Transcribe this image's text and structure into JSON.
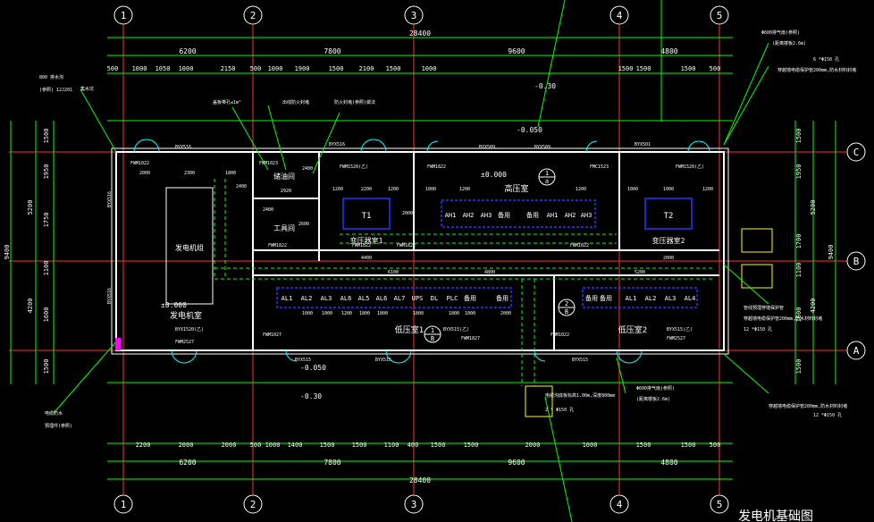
{
  "grid_labels": [
    "1",
    "2",
    "3",
    "4",
    "5",
    "C",
    "B",
    "A"
  ],
  "dims_top_total": "28400",
  "dims_top_main": [
    "6200",
    "7800",
    "9600",
    "4800"
  ],
  "dims_top_sub": [
    "500",
    "1000",
    "1050",
    "1000",
    "2150",
    "500",
    "1000",
    "1900",
    "1500",
    "2100",
    "1500",
    "1000",
    "1500",
    "1500",
    "1500",
    "500"
  ],
  "dims_bottom_total": "28400",
  "dims_bottom_main": [
    "6200",
    "7800",
    "9600",
    "4800"
  ],
  "dims_bottom_sub": [
    "2200",
    "2000",
    "2000",
    "500",
    "1000",
    "1400",
    "1500",
    "1500",
    "1100",
    "400",
    "1500",
    "1500",
    "2000",
    "1000",
    "1500",
    "1500",
    "500"
  ],
  "dims_left": [
    "1500",
    "1950",
    "1750",
    "1100",
    "1600",
    "1500"
  ],
  "dims_left_total": "9400",
  "dims_left_mid": [
    "5200",
    "4200"
  ],
  "dims_right": [
    "1500",
    "1950",
    "1700",
    "1100",
    "1600",
    "1500"
  ],
  "dims_right_total": "9400",
  "dims_right_mid": [
    "5200",
    "4200"
  ],
  "rooms": {
    "generator_room": "发电机室",
    "generator_set": "发电机组",
    "oil_room": "储油间",
    "tool_room": "工具间",
    "hv_room": "高压室",
    "transformer1": "变压器室1",
    "transformer2": "变压器室2",
    "lv_room1": "低压室1",
    "lv_room2": "低压室2",
    "t1": "T1",
    "t2": "T2"
  },
  "hv_panels": [
    "AH1",
    "AH2",
    "AH3",
    "备用",
    "备用",
    "AH1",
    "AH2",
    "AH3"
  ],
  "lv_panels_left": [
    "AL1",
    "AL2",
    "AL3",
    "AL6",
    "AL5",
    "AL6",
    "AL7",
    "UPS",
    "DL",
    "PLC",
    "备用",
    "备用"
  ],
  "lv_panels_right": [
    "备用",
    "备用",
    "AL1",
    "AL2",
    "AL3",
    "AL4"
  ],
  "elevations": [
    "-0.30",
    "-0.050",
    "±0.000",
    "±0.000",
    "-0.050",
    "-0.30"
  ],
  "door_tags": [
    "BYX516",
    "BYX516",
    "BYX509",
    "BYX509",
    "BYX501",
    "FWM1022",
    "FWM1023",
    "FWM1520(乙)",
    "FWM1822",
    "FMC1523",
    "FWM1520(乙)",
    "BYX516",
    "BYX516",
    "FWM1822",
    "FWM1822",
    "FWM1822",
    "BYX515",
    "BYX515",
    "BYX515",
    "BYX515(乙)",
    "FWM1827",
    "FWM2527",
    "BYX515(乙)",
    "FWM2527",
    "BYX1520(乙)",
    "FWM1027",
    "FWM1022",
    "FWM1822"
  ],
  "section_marks": [
    "1",
    "a",
    "1",
    "B",
    "2",
    "B"
  ],
  "room_dims": [
    "2000",
    "2300",
    "1800",
    "2400",
    "2400",
    "2920",
    "2600",
    "2400",
    "1200",
    "2200",
    "1200",
    "2000",
    "1000",
    "1200",
    "1200",
    "1000",
    "1000",
    "1200",
    "1000",
    "1000",
    "1200",
    "6100",
    "4800",
    "1800",
    "1800",
    "1800",
    "1800",
    "1000",
    "2000",
    "5200",
    "4400",
    "2000"
  ],
  "notes": {
    "n1": "800 排水沟",
    "n2": "(参照) 12J201",
    "n3": "集水坑",
    "n4": "盖板带孔≤1m²",
    "n5": "出线防火封堵",
    "n6": "防火封堵(参照)做法",
    "n7": "Φ600排气扇(参照)",
    "n8": "(距离楼板2.6m)",
    "n9": "6 *Φ150 孔",
    "n10": "穿越墙电缆保护管200mm,防水材料封堵",
    "n11": "12 *Φ150 孔",
    "n12": "穿越墙电缆保护管200mm,防水材料封堵",
    "n13": "电缆防水",
    "n14": "预埋件(参照)",
    "n15": "Φ600排气扇(参照)",
    "n16": "(距离楼板2.6m)",
    "n17": "电缆沟底板标高1.00m,深度800mm",
    "n18": "2 * Φ150 孔",
    "n19": "管线预埋穿墙保护管",
    "n20": "穿越墙电缆保护管200mm,防水材料封堵",
    "n21": "12 *Φ150 孔"
  },
  "sheet_title": "发电机基础图",
  "colors": {
    "wall": "#ffffff",
    "grid": "#ff3030",
    "dim": "#00ff00",
    "text": "#ffffff",
    "label": "#ffff00",
    "panel": "#3030ff",
    "cable": "#00ff00",
    "door": "#00ffff",
    "accent": "#ff00ff"
  }
}
